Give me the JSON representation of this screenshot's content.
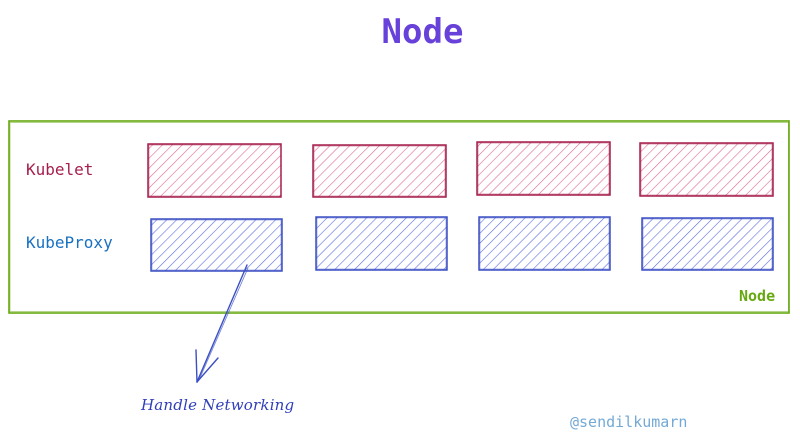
{
  "title": "Node",
  "node": {
    "label": "Node",
    "border_color": "#66a80f"
  },
  "rows": [
    {
      "label": "Kubelet",
      "color": "#a61e4d",
      "fill": "#e8849f",
      "box_count": 4
    },
    {
      "label": "KubeProxy",
      "color": "#1971c2",
      "stroke": "#3b4fc4",
      "fill": "#6d7de8",
      "box_count": 4
    }
  ],
  "annotation": {
    "text": "Handle Networking",
    "color": "#2f3fb8"
  },
  "credit": {
    "text": "@sendilkumarn",
    "color": "#74a9d6"
  },
  "title_color": "#6741d9"
}
